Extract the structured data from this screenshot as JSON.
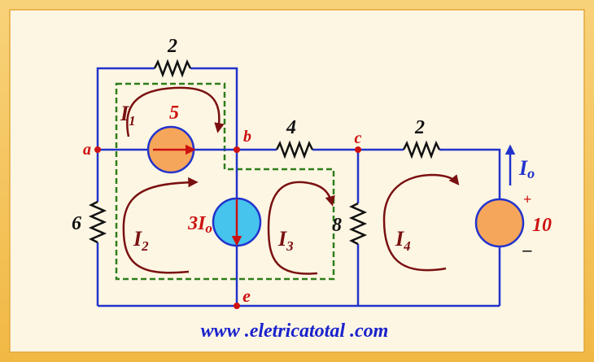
{
  "colors": {
    "background_inner": "#fdf6e3",
    "frame": "#f5c24a",
    "wire": "#2233cc",
    "resistor": "#111111",
    "node": "#cc1111",
    "mesh_arrow": "#7a1010",
    "source_orange": "#f6a65a",
    "source_cyan": "#46c4ee",
    "dashed": "#2e7d1a",
    "url": "#1a22cc"
  },
  "diagram": {
    "resistors": [
      {
        "label": "2"
      },
      {
        "label": "4"
      },
      {
        "label": "2"
      },
      {
        "label": "6"
      },
      {
        "label": "8"
      }
    ],
    "current_source_left_label": "5",
    "dependent_source_label_main": "3I",
    "dependent_source_label_sub": "o",
    "voltage_source_label": "10",
    "voltage_plus": "+",
    "voltage_minus": "–",
    "io_label_main": "I",
    "io_label_sub": "o",
    "nodes": [
      "a",
      "b",
      "c",
      "e"
    ],
    "meshes": [
      {
        "main": "I",
        "sub": "1"
      },
      {
        "main": "I",
        "sub": "2"
      },
      {
        "main": "I",
        "sub": "3"
      },
      {
        "main": "I",
        "sub": "4"
      }
    ]
  },
  "footer_url": "www .eletricatotal .com"
}
